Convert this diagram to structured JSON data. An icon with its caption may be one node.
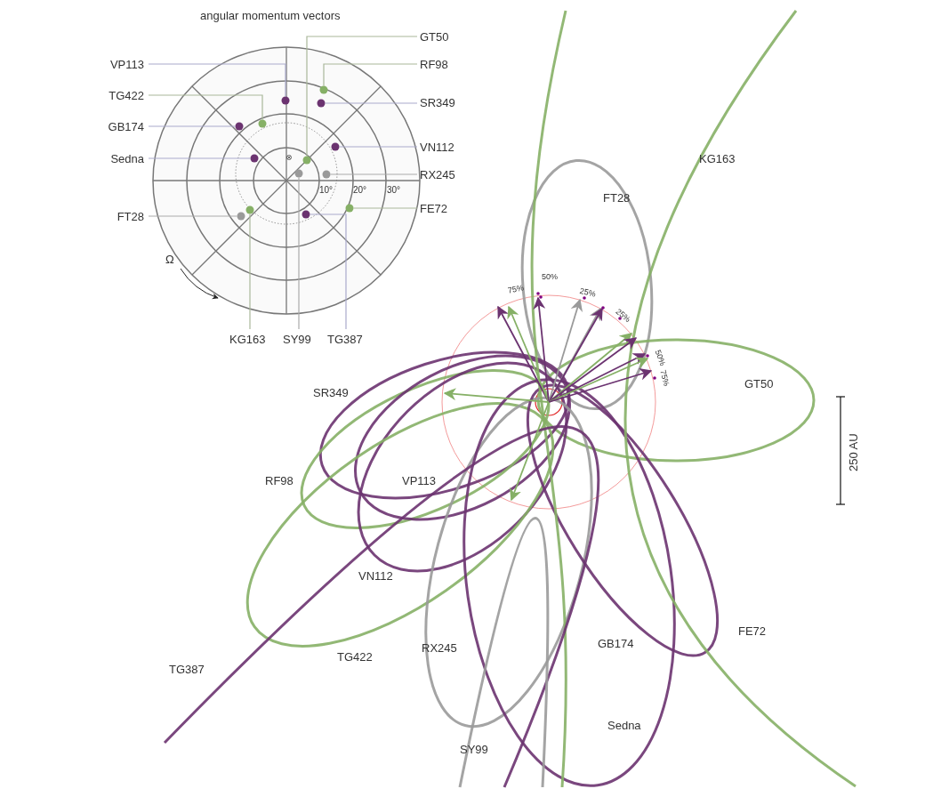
{
  "diagram": {
    "title": "angular momentum vectors",
    "nodes": [
      {
        "text": [
          "GT50"
        ]
      },
      {
        "text": [
          "VP113"
        ]
      },
      {
        "text": [
          "RF98"
        ]
      },
      {
        "text": [
          "TG422"
        ]
      },
      {
        "text": [
          "SR349"
        ]
      },
      {
        "text": [
          "GB174"
        ]
      },
      {
        "text": [
          "VN112"
        ]
      },
      {
        "text": [
          "Sedna"
        ]
      },
      {
        "text": [
          "RX245"
        ]
      },
      {
        "text": [
          "FE72"
        ]
      },
      {
        "text": [
          "FT28"
        ]
      },
      {
        "text": [
          "KG163"
        ]
      },
      {
        "text": [
          "SY99"
        ]
      },
      {
        "text": [
          "TG387"
        ]
      },
      {
        "text": [],
        "shape": "circle"
      },
      {
        "text": [],
        "shape": "circle"
      },
      {
        "text": [],
        "shape": "circle"
      },
      {
        "text": [],
        "shape": "circle"
      },
      {
        "text": [],
        "shape": "circle"
      },
      {
        "text": [],
        "shape": "circle"
      },
      {
        "text": [],
        "shape": "circle"
      },
      {
        "text": [],
        "shape": "circle"
      },
      {
        "text": [],
        "shape": "circle"
      },
      {
        "text": [],
        "shape": "circle"
      },
      {
        "text": [],
        "shape": "circle"
      },
      {
        "text": [],
        "shape": "circle"
      },
      {
        "text": [],
        "shape": "circle"
      },
      {
        "text": [],
        "shape": "circle"
      }
    ],
    "edges": [
      {
        "from": 0,
        "to": 14,
        "arrow": "none",
        "color": "#a9b79a"
      },
      {
        "from": 1,
        "to": 15,
        "arrow": "none"
      },
      {
        "from": 2,
        "to": 16,
        "arrow": "none",
        "color": "#a9b79a"
      },
      {
        "from": 3,
        "to": 17,
        "arrow": "none",
        "color": "#a9b79a"
      },
      {
        "from": 4,
        "to": 18,
        "arrow": "none"
      },
      {
        "from": 5,
        "to": 19,
        "arrow": "none"
      },
      {
        "from": 6,
        "to": 20,
        "arrow": "none"
      },
      {
        "from": 7,
        "to": 21,
        "arrow": "none"
      },
      {
        "from": 8,
        "to": 22,
        "arrow": "none",
        "color": "#aaaaaa"
      },
      {
        "from": 9,
        "to": 23,
        "arrow": "none",
        "color": "#a9b79a"
      },
      {
        "from": 10,
        "to": 24,
        "arrow": "none",
        "color": "#aaaaaa"
      },
      {
        "from": 11,
        "to": 25,
        "arrow": "none",
        "color": "#a9b79a"
      },
      {
        "from": 12,
        "to": 26,
        "arrow": "none",
        "color": "#aaaaaa"
      },
      {
        "from": 13,
        "to": 27,
        "arrow": "none"
      }
    ],
    "labels": [
      "10°",
      "20°",
      "30°",
      "Ω",
      "75%",
      "50%",
      "25%",
      "25%",
      "50%",
      "75%",
      "KG163",
      "FT28",
      "GT50",
      "SR349",
      "250 AU",
      "RF98",
      "VP113",
      "VN112",
      "GB174",
      "FE72",
      "RX245",
      "TG422",
      "TG387",
      "Sedna",
      "SY99"
    ]
  }
}
